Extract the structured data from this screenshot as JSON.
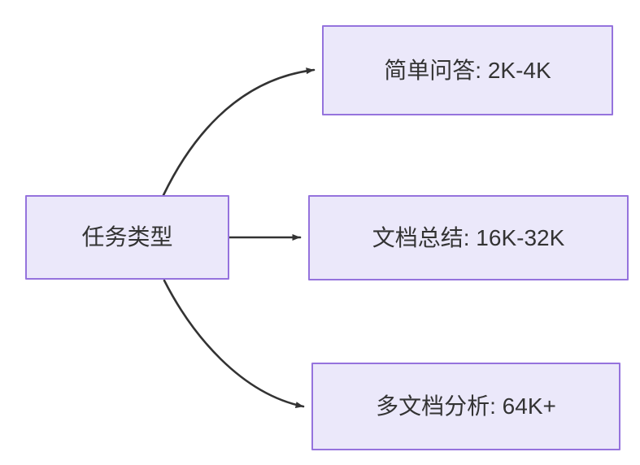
{
  "diagram": {
    "type": "flowchart",
    "direction": "left-to-right",
    "background_color": "#ffffff",
    "node_fill_color": "#ebe8fa",
    "node_border_color": "#9573dd",
    "node_text_color": "#333333",
    "edge_color": "#333333",
    "nodes": [
      {
        "id": "root",
        "label": "任务类型"
      },
      {
        "id": "simple-qa",
        "label": "简单问答: 2K-4K"
      },
      {
        "id": "doc-sum",
        "label": "文档总结: 16K-32K"
      },
      {
        "id": "multi-doc",
        "label": "多文档分析: 64K+"
      }
    ],
    "edges": [
      {
        "from": "root",
        "to": "simple-qa",
        "label": "",
        "style": "curved",
        "arrow": "filled-triangle"
      },
      {
        "from": "root",
        "to": "doc-sum",
        "label": "",
        "style": "straight",
        "arrow": "filled-triangle"
      },
      {
        "from": "root",
        "to": "multi-doc",
        "label": "",
        "style": "curved",
        "arrow": "filled-triangle"
      }
    ]
  }
}
